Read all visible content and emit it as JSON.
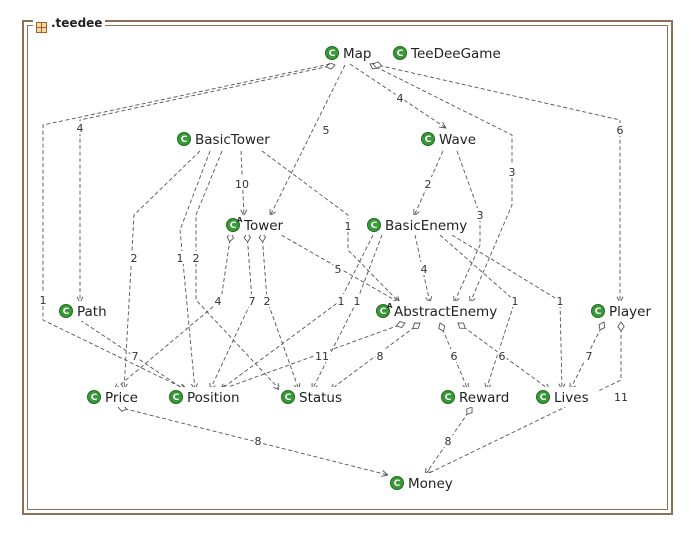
{
  "package": {
    "title": ".teedee",
    "icon": "package-icon"
  },
  "classes": [
    {
      "id": "Map",
      "label": "Map",
      "icon": "class-icon",
      "abstract": false
    },
    {
      "id": "TeeDeeGame",
      "label": "TeeDeeGame",
      "icon": "class-icon",
      "abstract": false
    },
    {
      "id": "BasicTower",
      "label": "BasicTower",
      "icon": "class-icon",
      "abstract": false
    },
    {
      "id": "Wave",
      "label": "Wave",
      "icon": "class-icon",
      "abstract": false
    },
    {
      "id": "Tower",
      "label": "Tower",
      "icon": "abstract-class-icon",
      "abstract": true
    },
    {
      "id": "BasicEnemy",
      "label": "BasicEnemy",
      "icon": "class-icon",
      "abstract": false
    },
    {
      "id": "Path",
      "label": "Path",
      "icon": "class-icon",
      "abstract": false
    },
    {
      "id": "AbstractEnemy",
      "label": "AbstractEnemy",
      "icon": "abstract-class-icon",
      "abstract": true
    },
    {
      "id": "Player",
      "label": "Player",
      "icon": "class-icon",
      "abstract": false
    },
    {
      "id": "Price",
      "label": "Price",
      "icon": "class-icon",
      "abstract": false
    },
    {
      "id": "Position",
      "label": "Position",
      "icon": "class-icon",
      "abstract": false
    },
    {
      "id": "Status",
      "label": "Status",
      "icon": "class-icon",
      "abstract": false
    },
    {
      "id": "Reward",
      "label": "Reward",
      "icon": "class-icon",
      "abstract": false
    },
    {
      "id": "Lives",
      "label": "Lives",
      "icon": "class-icon",
      "abstract": false
    },
    {
      "id": "Money",
      "label": "Money",
      "icon": "class-icon",
      "abstract": false
    }
  ],
  "edges": [
    {
      "id": "map-path",
      "from": "Map",
      "to": "Path",
      "label": "4"
    },
    {
      "id": "map-position",
      "from": "Map",
      "to": "Position",
      "label": "1"
    },
    {
      "id": "map-tower",
      "from": "Map",
      "to": "Tower",
      "label": "5"
    },
    {
      "id": "map-wave",
      "from": "Map",
      "to": "Wave",
      "label": "4"
    },
    {
      "id": "map-abstractenemy",
      "from": "Map",
      "to": "AbstractEnemy",
      "label": "3"
    },
    {
      "id": "map-player",
      "from": "Map",
      "to": "Player",
      "label": "6"
    },
    {
      "id": "basictower-tower",
      "from": "BasicTower",
      "to": "Tower",
      "label": "10"
    },
    {
      "id": "basictower-price",
      "from": "BasicTower",
      "to": "Price",
      "label": "2"
    },
    {
      "id": "basictower-position",
      "from": "BasicTower",
      "to": "Position",
      "label": "1"
    },
    {
      "id": "basictower-status",
      "from": "BasicTower",
      "to": "Status",
      "label": "2"
    },
    {
      "id": "basictower-abstractenemy",
      "from": "BasicTower",
      "to": "AbstractEnemy",
      "label": "1"
    },
    {
      "id": "wave-basicenemy",
      "from": "Wave",
      "to": "BasicEnemy",
      "label": "2"
    },
    {
      "id": "wave-abstractenemy",
      "from": "Wave",
      "to": "AbstractEnemy",
      "label": "3"
    },
    {
      "id": "tower-abstractenemy",
      "from": "Tower",
      "to": "AbstractEnemy",
      "label": "5"
    },
    {
      "id": "tower-price",
      "from": "Tower",
      "to": "Price",
      "label": "4"
    },
    {
      "id": "tower-position",
      "from": "Tower",
      "to": "Position",
      "label": "7"
    },
    {
      "id": "tower-status",
      "from": "Tower",
      "to": "Status",
      "label": "2"
    },
    {
      "id": "basicenemy-abstractenemy",
      "from": "BasicEnemy",
      "to": "AbstractEnemy",
      "label": "4"
    },
    {
      "id": "basicenemy-position",
      "from": "BasicEnemy",
      "to": "Position",
      "label": "1"
    },
    {
      "id": "basicenemy-status",
      "from": "BasicEnemy",
      "to": "Status",
      "label": "1"
    },
    {
      "id": "basicenemy-reward",
      "from": "BasicEnemy",
      "to": "Reward",
      "label": "1"
    },
    {
      "id": "basicenemy-lives",
      "from": "BasicEnemy",
      "to": "Lives",
      "label": "1"
    },
    {
      "id": "path-position",
      "from": "Path",
      "to": "Position",
      "label": "7"
    },
    {
      "id": "abstractenemy-position",
      "from": "AbstractEnemy",
      "to": "Position",
      "label": "11"
    },
    {
      "id": "abstractenemy-status",
      "from": "AbstractEnemy",
      "to": "Status",
      "label": "8"
    },
    {
      "id": "abstractenemy-reward",
      "from": "AbstractEnemy",
      "to": "Reward",
      "label": "6"
    },
    {
      "id": "abstractenemy-lives",
      "from": "AbstractEnemy",
      "to": "Lives",
      "label": "6"
    },
    {
      "id": "player-lives",
      "from": "Player",
      "to": "Lives",
      "label": "7"
    },
    {
      "id": "player-money",
      "from": "Player",
      "to": "Money",
      "label": "11"
    },
    {
      "id": "price-money",
      "from": "Price",
      "to": "Money",
      "label": "8"
    },
    {
      "id": "reward-money",
      "from": "Reward",
      "to": "Money",
      "label": "8"
    }
  ],
  "colors": {
    "frame": "#8b7058",
    "class_icon": "#3a9a3a",
    "edge": "#555555",
    "text": "#222222"
  }
}
